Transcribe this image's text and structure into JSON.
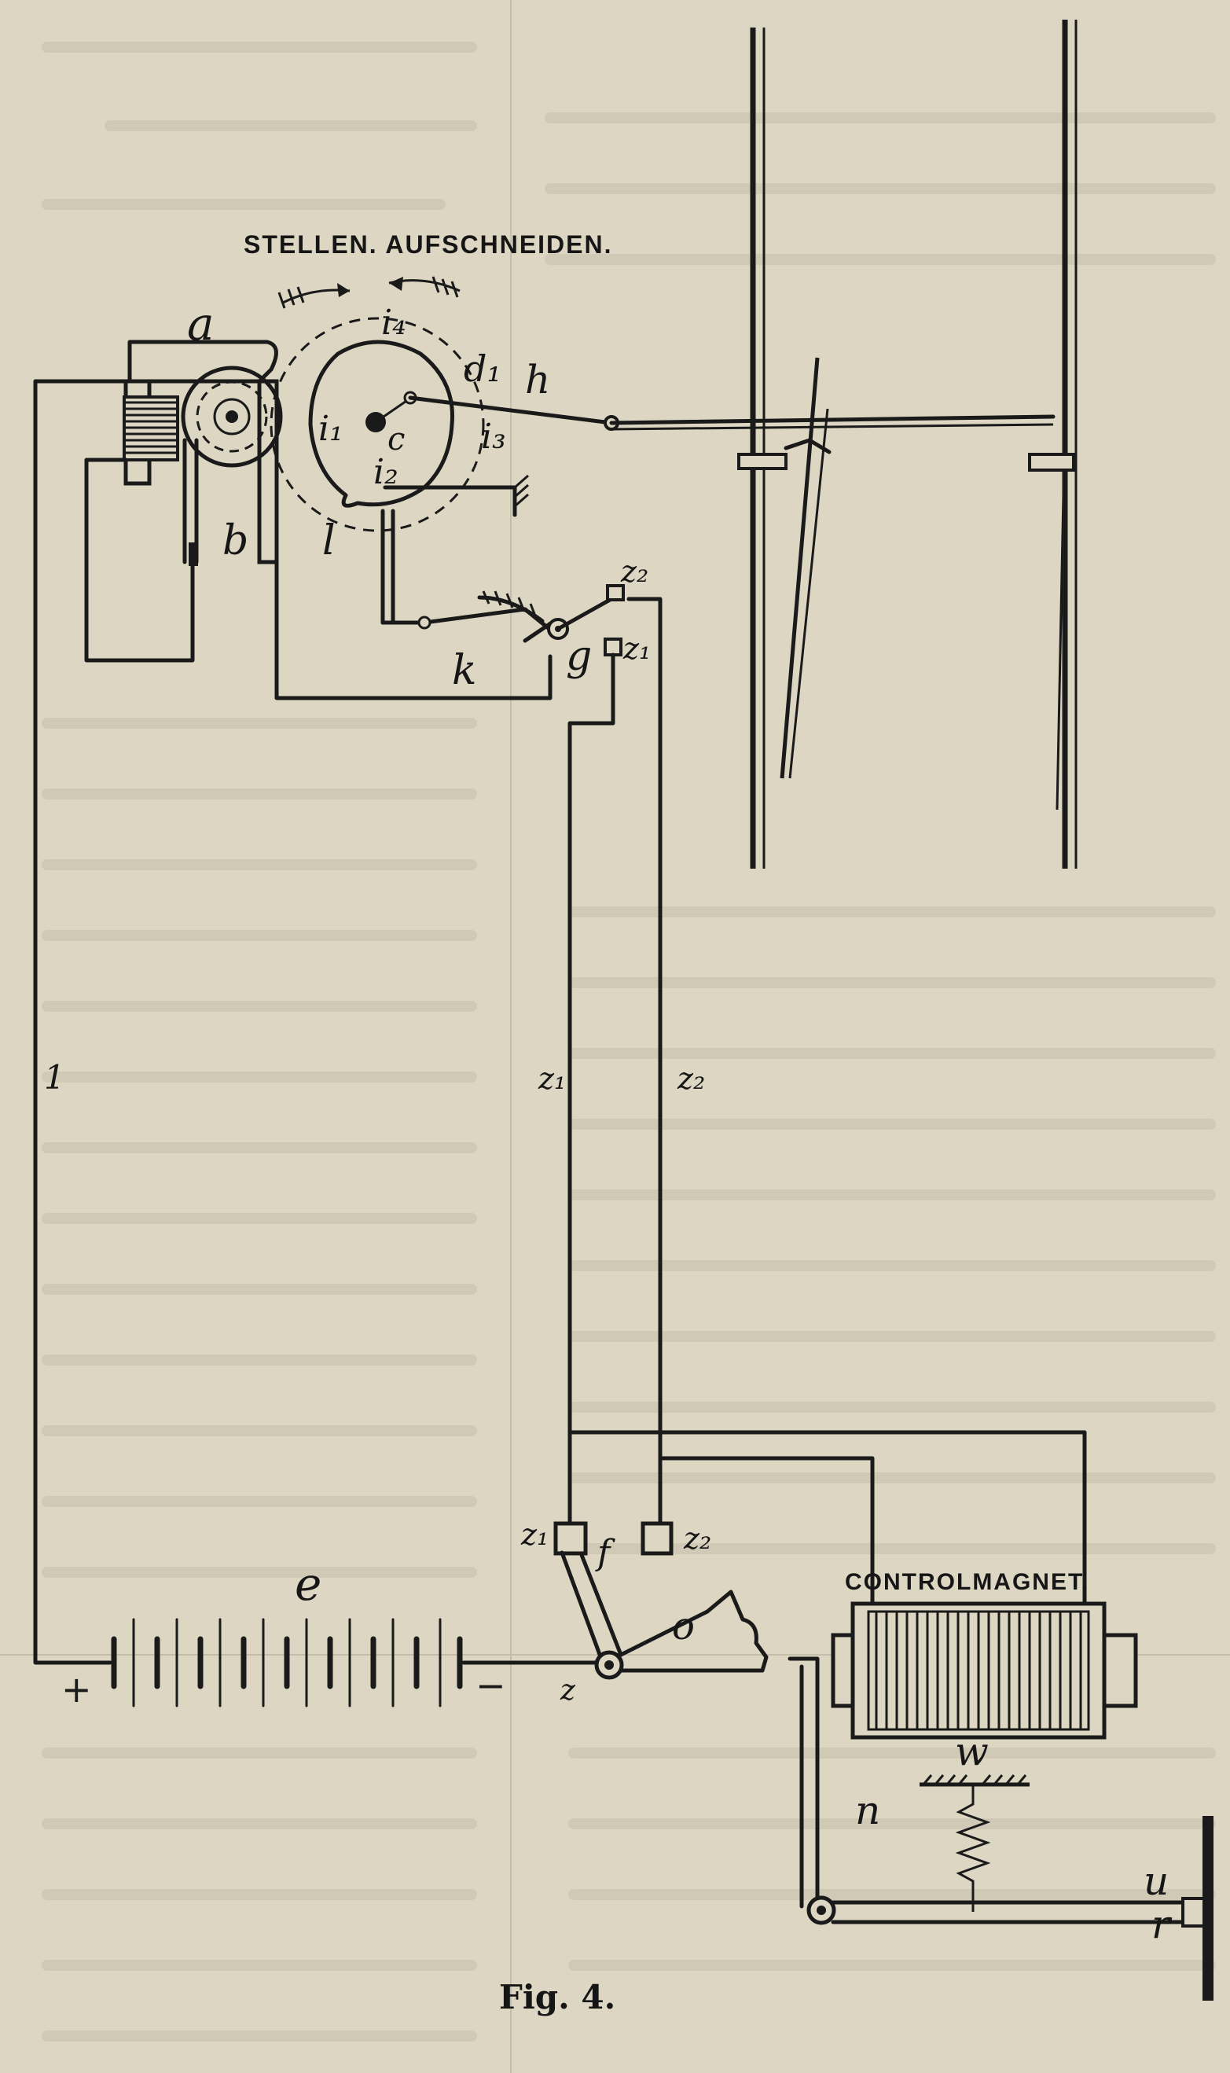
{
  "figure": {
    "caption": "Fig. 4.",
    "headline": "STELLEN. AUFSCHNEIDEN.",
    "magnet_title": "CONTROLMAGNET."
  },
  "labels": {
    "a": "a",
    "b": "b",
    "c": "c",
    "d1": "d₁",
    "h": "h",
    "i1": "i₁",
    "i2": "i₂",
    "i3": "i₃",
    "i4": "i₄",
    "l": "l",
    "k": "k",
    "g": "g",
    "z1_top": "z₁",
    "z2_top": "z₂",
    "wire_1": "1",
    "wire_z1": "z₁",
    "wire_z2": "z₂",
    "z1_bottom": "z₁",
    "z2_bottom": "z₂",
    "f": "f",
    "o": "o",
    "z": "z",
    "e": "e",
    "plus": "+",
    "minus": "−",
    "w": "w",
    "n": "n",
    "u": "u",
    "r": "r"
  },
  "colors": {
    "paper": "#dcd6c2",
    "ink": "#1a1a1a"
  }
}
